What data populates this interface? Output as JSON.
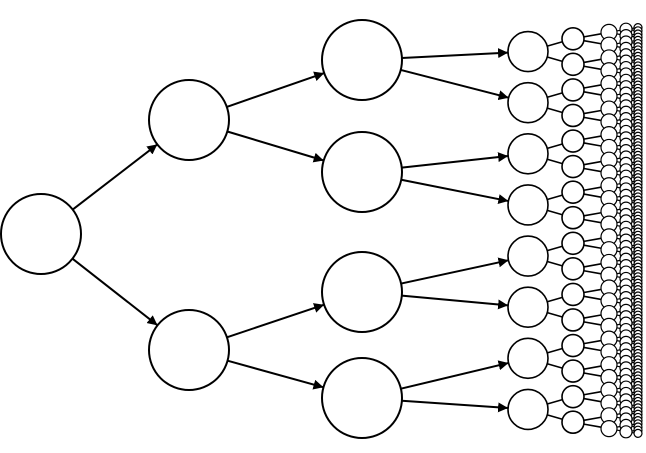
{
  "diagram": {
    "type": "binary-tree",
    "direction": "left-to-right",
    "levels": 8,
    "branching": 2,
    "arrowed_levels": 3,
    "node_fill": "#ffffff",
    "stroke_color": "#000000",
    "background": "#ffffff"
  }
}
